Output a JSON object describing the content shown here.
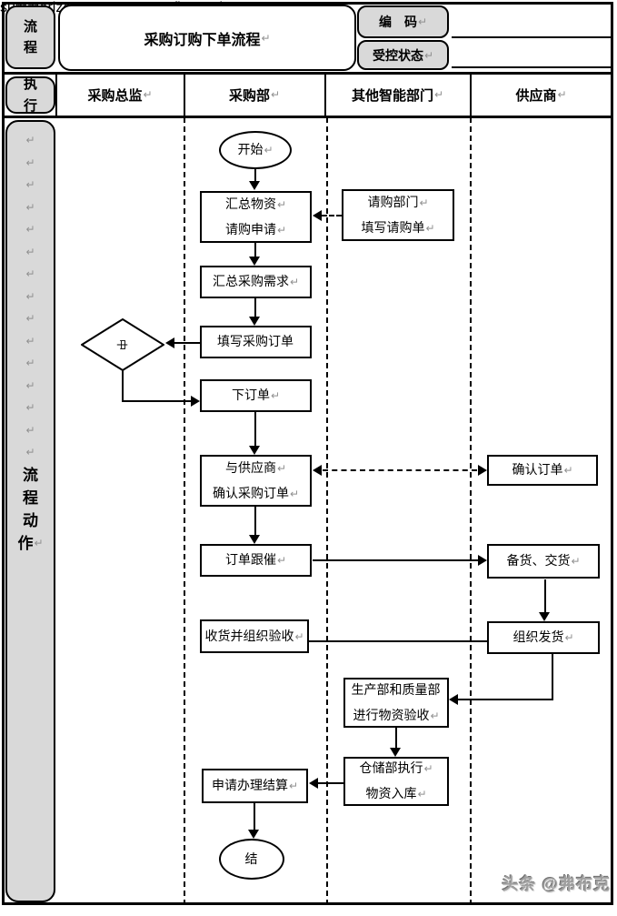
{
  "header": {
    "process_label": "流程",
    "title": "采购订购下单流程",
    "code_label": "编　码",
    "controlled_status_label": "受控状态",
    "execute_label": "执行",
    "columns": [
      {
        "label": "采购总监"
      },
      {
        "label": "采购部"
      },
      {
        "label": "其他智能部门"
      },
      {
        "label": "供应商"
      }
    ],
    "return_mark": "↵"
  },
  "sidebar": {
    "chars": [
      "流",
      "程",
      "动",
      "作"
    ],
    "return_mark": "↵"
  },
  "nodes": {
    "start": {
      "text1": "开始",
      "mark1": "↵"
    },
    "summarize_request": {
      "text1": "汇总物资",
      "mark1": "↵",
      "text2": "请购申请",
      "mark2": "↵"
    },
    "request_dept": {
      "text1": "请购部门",
      "mark1": "↵",
      "text2": "填写请购单",
      "mark2": "↵"
    },
    "summarize_demand": {
      "text1": "汇总采购需求",
      "mark1": "↵"
    },
    "fill_order": {
      "text1": "填写采购订单",
      "mark1": ""
    },
    "decision": {
      "text": "中"
    },
    "place_order": {
      "text1": "下订单",
      "mark1": "↵"
    },
    "confirm_with_supplier": {
      "text1": "与供应商",
      "mark1": "↵",
      "text2": "确认采购订单",
      "mark2": "↵"
    },
    "confirm_order": {
      "text1": "确认订单",
      "mark1": "↵"
    },
    "order_follow_up": {
      "text1": "订单跟催",
      "mark1": "↵"
    },
    "prepare_and_deliver": {
      "text1": "备货、交货",
      "mark1": "↵"
    },
    "receive_and_inspect": {
      "text1": "收货并组织验收",
      "mark1": "↵"
    },
    "organize_shipping": {
      "text1": "组织发货",
      "mark1": "↵"
    },
    "material_inspection": {
      "text1": "生产部和质量部",
      "mark1": "",
      "text2": "进行物资验收",
      "mark2": "↵"
    },
    "warehouse_entry": {
      "text1": "仓储部执行",
      "mark1": "↵",
      "text2": "物资入库",
      "mark2": "↵"
    },
    "apply_settlement": {
      "text1": "申请办理结算",
      "mark1": "↵"
    },
    "end": {
      "text1": "结",
      "mark1": ""
    }
  },
  "watermark": "头条 @弗布克",
  "colors": {
    "line": "#000000",
    "gray_fill": "#d9d9d9",
    "return_mark": "#909090",
    "watermark": "#a0a0a0"
  }
}
